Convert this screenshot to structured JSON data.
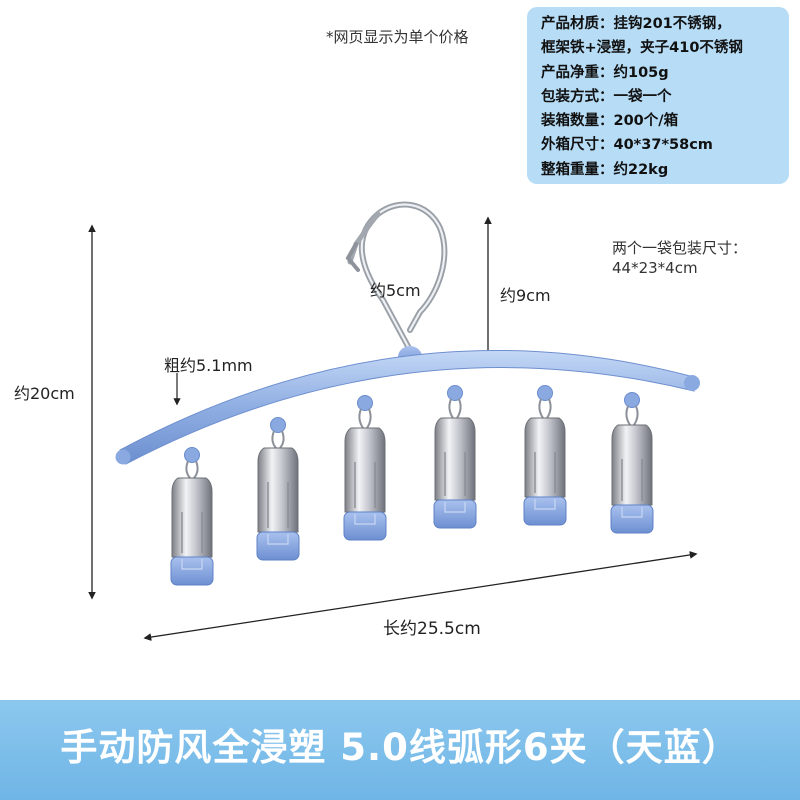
{
  "note": "*网页显示为单个价格",
  "spec_rows": [
    "产品材质：挂钩201不锈钢，",
    "框架铁+浸塑，夹子410不锈钢",
    "产品净重：约105g",
    "包装方式：一袋一个",
    "装箱数量：200个/箱",
    "外箱尺寸：40*37*58cm",
    "整箱重量：约22kg"
  ],
  "pack_note": {
    "line1": "两个一袋包装尺寸：",
    "line2": "44*23*4cm"
  },
  "dimensions": {
    "height": "约20cm",
    "thickness": "粗约5.1mm",
    "hook_width": "约5cm",
    "hook_height": "约9cm",
    "length": "长约25.5cm"
  },
  "title": "手动防风全浸塑 5.0线弧形6夹（天蓝）",
  "colors": {
    "spec_box": "#b6dcf6",
    "banner": "#7ebfea",
    "hanger_blue": "#8fb0e4"
  }
}
